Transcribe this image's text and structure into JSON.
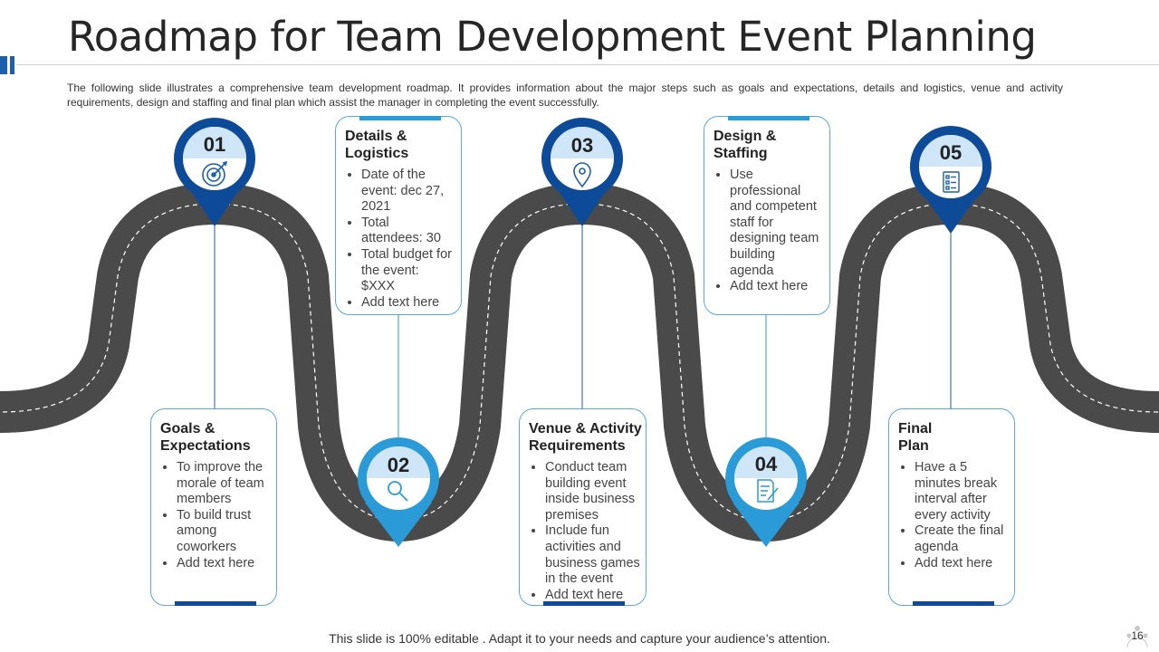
{
  "title": "Roadmap for Team Development Event Planning",
  "subtitle": "The following slide illustrates a comprehensive team development roadmap. It provides information about the major steps such as goals and expectations, details and logistics, venue and activity requirements, design and staffing and final plan which assist the manager in completing the event successfully.",
  "steps": [
    {
      "number": "01",
      "icon": "target-icon",
      "heading": "Goals &\nExpectations",
      "items": [
        "To improve the morale of team members",
        "To build trust among coworkers",
        "Add text here"
      ]
    },
    {
      "number": "02",
      "icon": "magnifier-icon",
      "heading": "Details &\nLogistics",
      "items": [
        "Date of the event: dec 27, 2021",
        "Total attendees: 30",
        "Total budget for the event: $XXX",
        "Add text here"
      ]
    },
    {
      "number": "03",
      "icon": "location-pin-icon",
      "heading": "Venue & Activity\nRequirements",
      "items": [
        "Conduct team building event inside business premises",
        "Include fun activities and business games in the event",
        "Add text here"
      ]
    },
    {
      "number": "04",
      "icon": "document-pen-icon",
      "heading": "Design &\nStaffing",
      "items": [
        "Use professional and competent staff for designing team building agenda",
        "Add text here"
      ]
    },
    {
      "number": "05",
      "icon": "checklist-icon",
      "heading": "Final\nPlan",
      "items": [
        "Have a 5 minutes break interval after every activity",
        "Create the final agenda",
        "Add text here"
      ]
    }
  ],
  "footer": "This slide is 100% editable . Adapt it to your needs and capture your audience’s attention.",
  "page_number": "16",
  "colors": {
    "dark_blue": "#0d4a97",
    "light_blue": "#2a9bd6",
    "road": "#4a4a4a",
    "card_border": "#5aa7dc",
    "pale_blue": "#cfe6f8"
  }
}
